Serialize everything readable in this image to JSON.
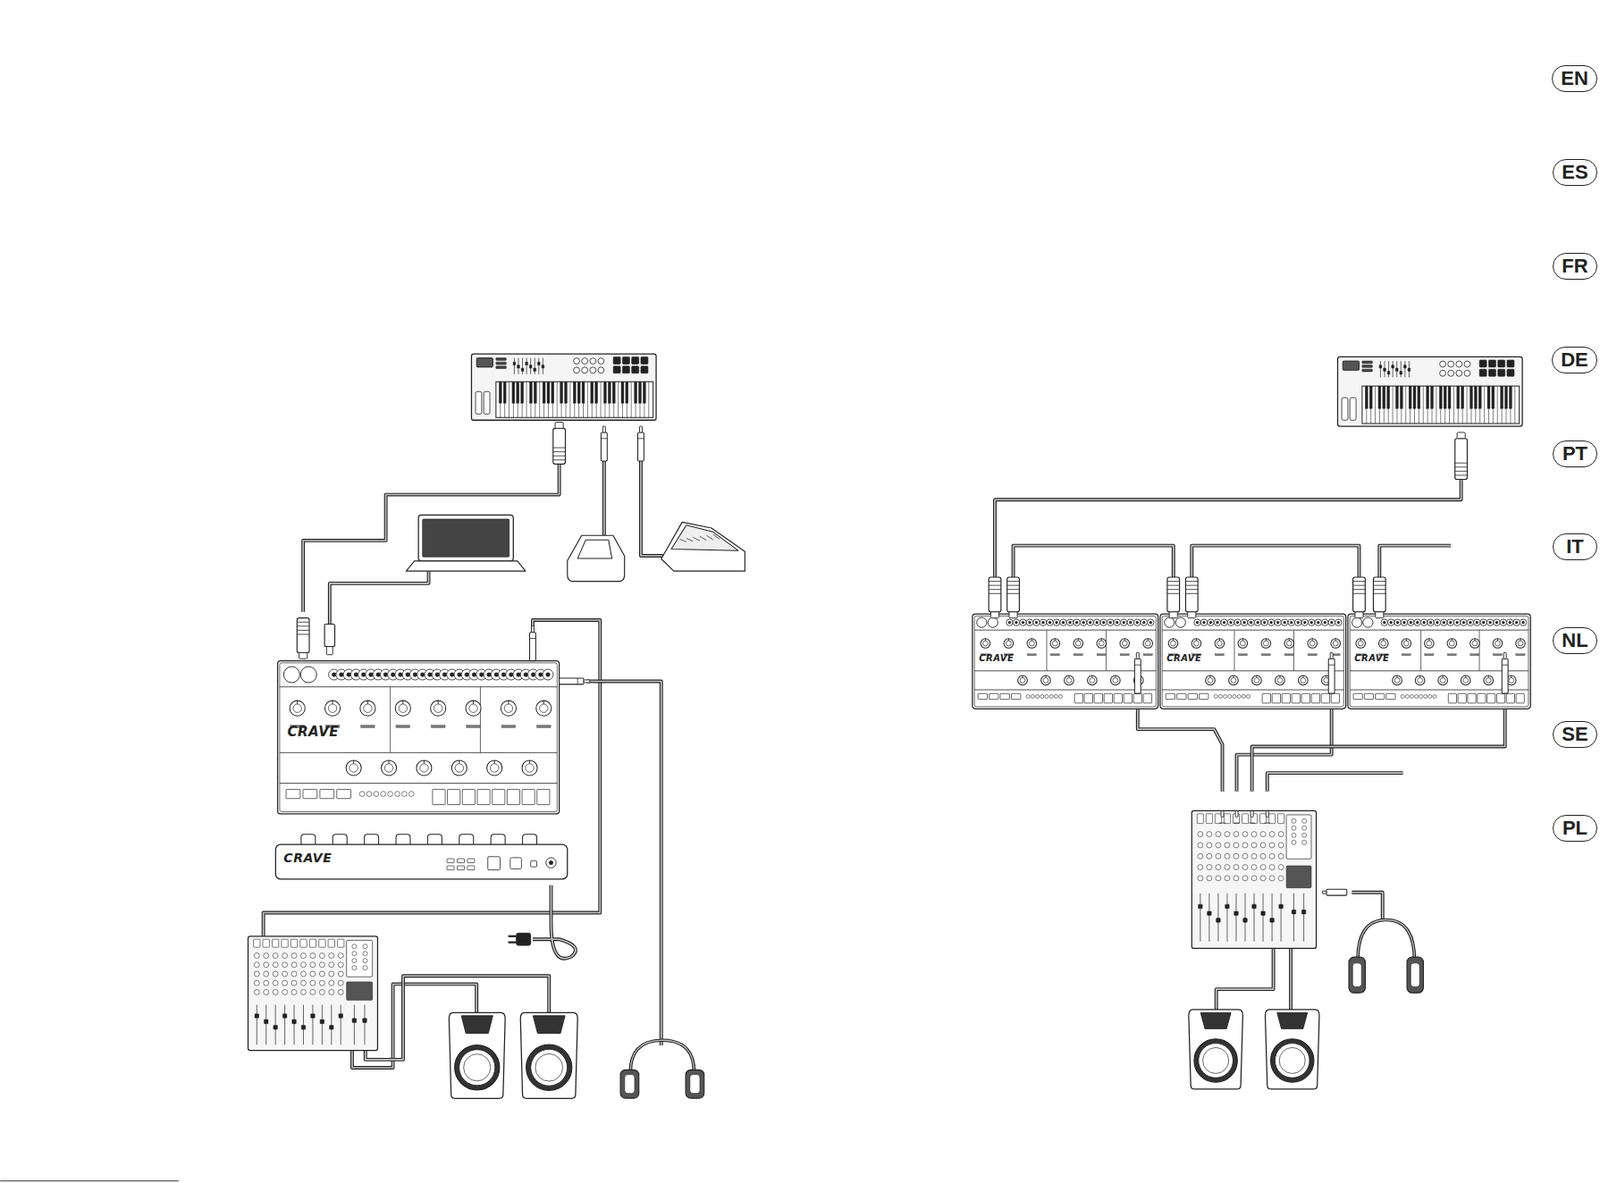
{
  "diagram": {
    "nodes": [
      {
        "text": [
          "EN"
        ]
      },
      {
        "text": [
          "ES"
        ]
      },
      {
        "text": [
          "FR"
        ]
      },
      {
        "text": [
          "DE"
        ]
      },
      {
        "text": [
          "PT"
        ]
      },
      {
        "text": [
          "IT"
        ]
      },
      {
        "text": [
          "NL"
        ]
      },
      {
        "text": [
          "SE"
        ]
      },
      {
        "text": [
          "PL"
        ]
      }
    ],
    "labels": [
      "CRAVE",
      "CRAVE",
      "CRAVE",
      "CRAVE",
      "CRAVE"
    ]
  }
}
